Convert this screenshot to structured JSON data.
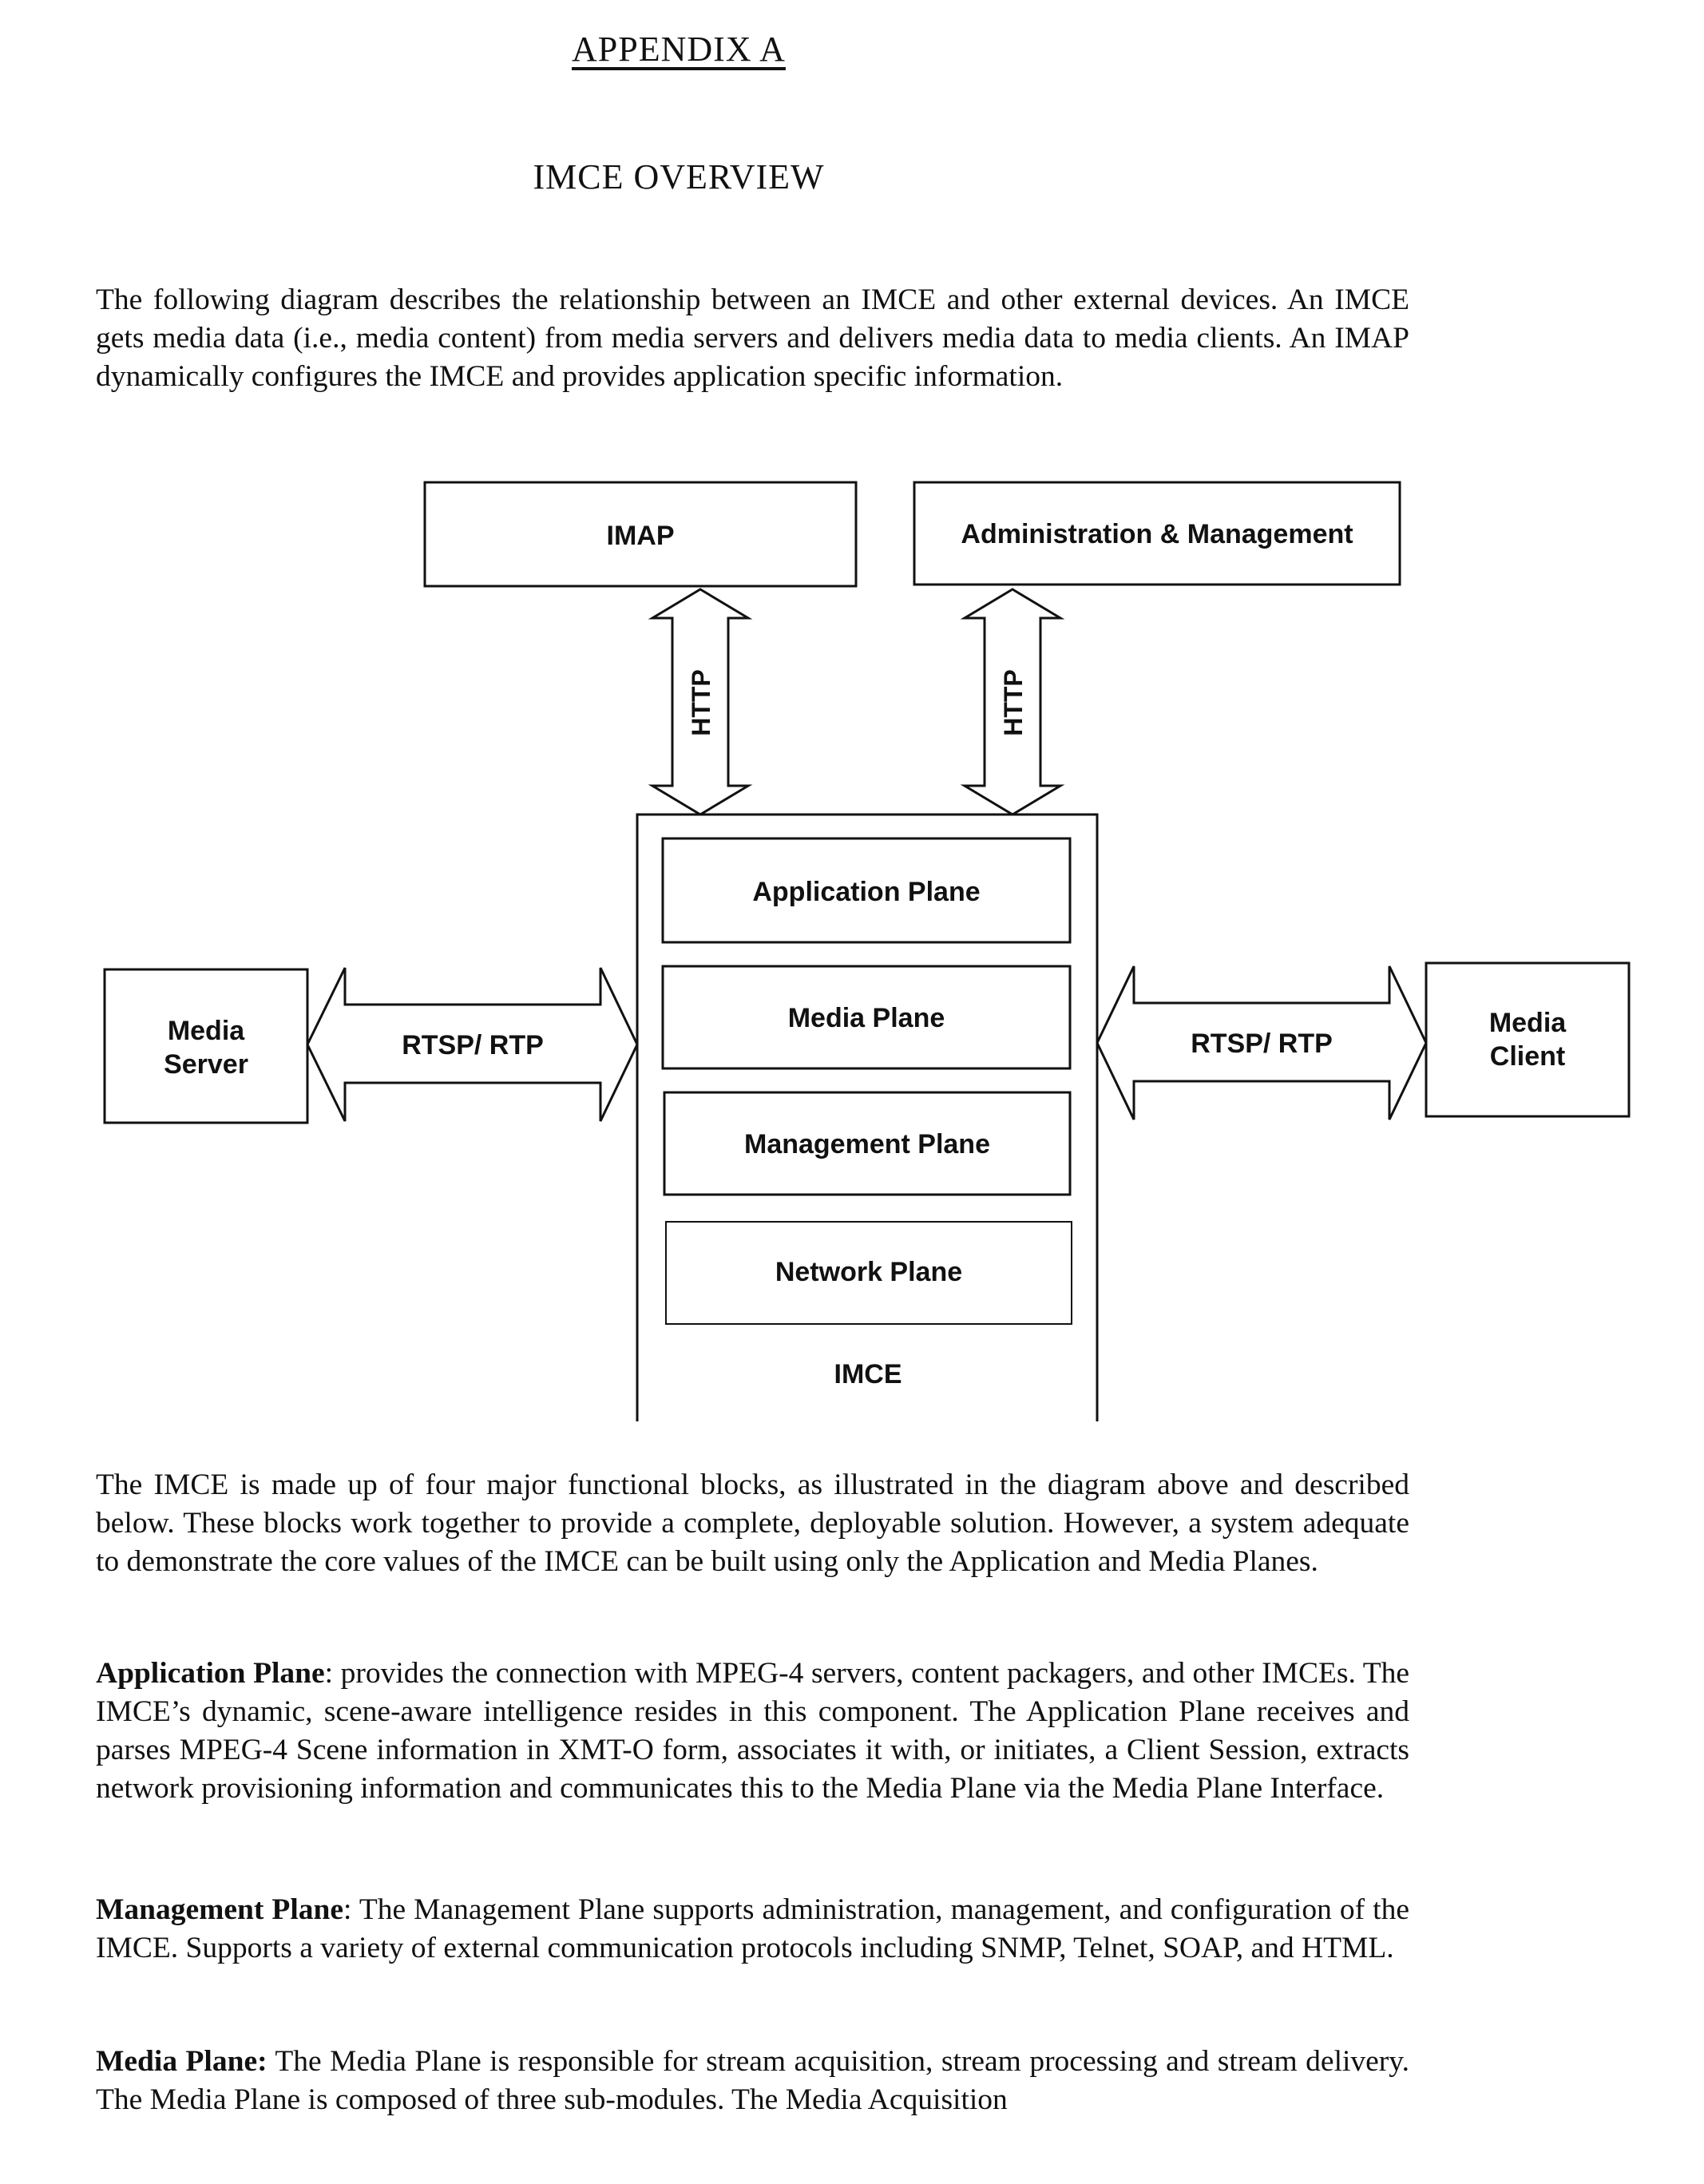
{
  "header": {
    "appendix": "APPENDIX A",
    "title": "IMCE OVERVIEW"
  },
  "intro": "The following diagram describes the relationship between an IMCE and other external devices. An IMCE gets media data (i.e., media content) from media servers and delivers media data to media clients. An IMAP dynamically configures the IMCE and provides application specific information.",
  "diagram": {
    "imap": "IMAP",
    "admin": "Administration & Management",
    "http_left": "HTTP",
    "http_right": "HTTP",
    "media_server_line1": "Media",
    "media_server_line2": "Server",
    "media_client_line1": "Media",
    "media_client_line2": "Client",
    "rtsp_left": "RTSP/ RTP",
    "rtsp_right": "RTSP/ RTP",
    "application_plane": "Application Plane",
    "media_plane": "Media Plane",
    "management_plane": "Management Plane",
    "network_plane": "Network Plane",
    "imce": "IMCE"
  },
  "body": {
    "p1": "The IMCE is made up of four major functional blocks, as illustrated in the diagram above and described below. These blocks work together to provide a complete, deployable solution. However, a system adequate to demonstrate the core values of the IMCE can be built using only the Application and Media Planes.",
    "p2_term": "Application Plane",
    "p2_text": ": provides the connection with MPEG-4 servers, content packagers, and other IMCEs. The IMCE’s dynamic, scene-aware intelligence resides in this component. The Application Plane receives and parses MPEG-4 Scene information in XMT-O form, associates it with, or initiates, a Client Session, extracts network provisioning information and communicates this to the Media Plane via the Media Plane Interface.",
    "p3_term": "Management Plane",
    "p3_text": ": The Management Plane supports administration, management, and configuration of the IMCE. Supports a variety of external communication protocols including SNMP, Telnet, SOAP, and HTML.",
    "p4_term": "Media Plane:",
    "p4_text": " The Media Plane is responsible for stream acquisition, stream processing and stream delivery. The Media Plane is composed of three sub-modules. The Media Acquisition"
  }
}
